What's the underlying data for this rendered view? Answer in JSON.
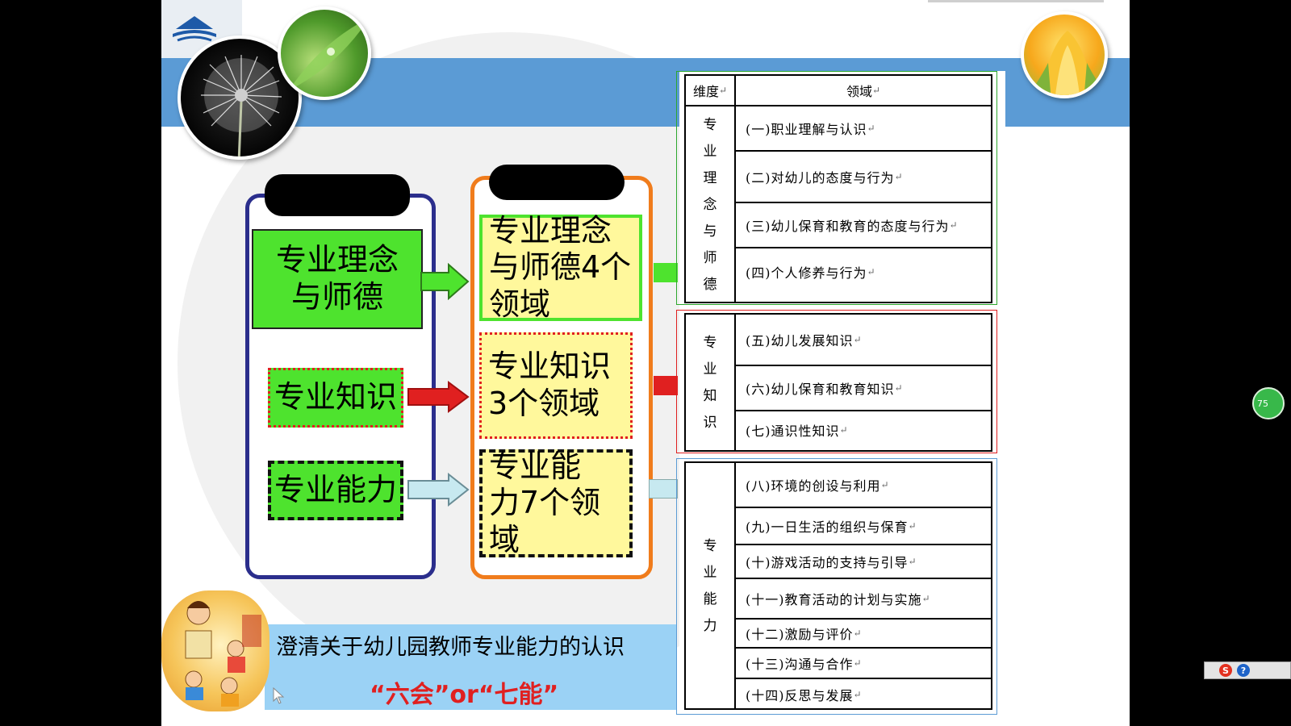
{
  "slide": {
    "left_panel": {
      "box1": "专业理念与师德",
      "box2": "专业知识",
      "box3": "专业能力"
    },
    "right_panel": {
      "box1": "专业理念与师德4个领域",
      "box2": "专业知识3个领域",
      "box3": "专业能力7个领域"
    },
    "banner": {
      "title": "澄清关于幼儿园教师专业能力的认识",
      "subtitle": "“六会”or“七能”"
    },
    "table": {
      "header_dim": "维度",
      "header_area": "领域",
      "return_mark": "↵",
      "groups": [
        {
          "dim_chars": [
            "专",
            "业",
            "理",
            "念",
            "与",
            "师",
            "德"
          ],
          "rows": [
            "(一)职业理解与认识",
            "(二)对幼儿的态度与行为",
            "(三)幼儿保育和教育的态度与行为",
            "(四)个人修养与行为"
          ]
        },
        {
          "dim_chars": [
            "专",
            "业",
            "知",
            "识"
          ],
          "rows": [
            "(五)幼儿发展知识",
            "(六)幼儿保育和教育知识",
            "(七)通识性知识"
          ]
        },
        {
          "dim_chars": [
            "专",
            "业",
            "能",
            "力"
          ],
          "rows": [
            "(八)环境的创设与利用",
            "(九)一日生活的组织与保育",
            "(十)游戏活动的支持与引导",
            "(十一)教育活动的计划与实施",
            "(十二)激励与评价",
            "(十三)沟通与合作",
            "(十四)反思与发展"
          ]
        }
      ]
    }
  },
  "overlay": {
    "float_button_text": "75",
    "tray_s": "S",
    "tray_help": "?"
  },
  "colors": {
    "band_blue": "#5b9bd5",
    "green": "#4ee32e",
    "yellow": "#fff89c",
    "red": "#e02020",
    "navy": "#2b2e8c",
    "orange": "#f07c1c",
    "banner_blue": "#9bd2f5"
  }
}
